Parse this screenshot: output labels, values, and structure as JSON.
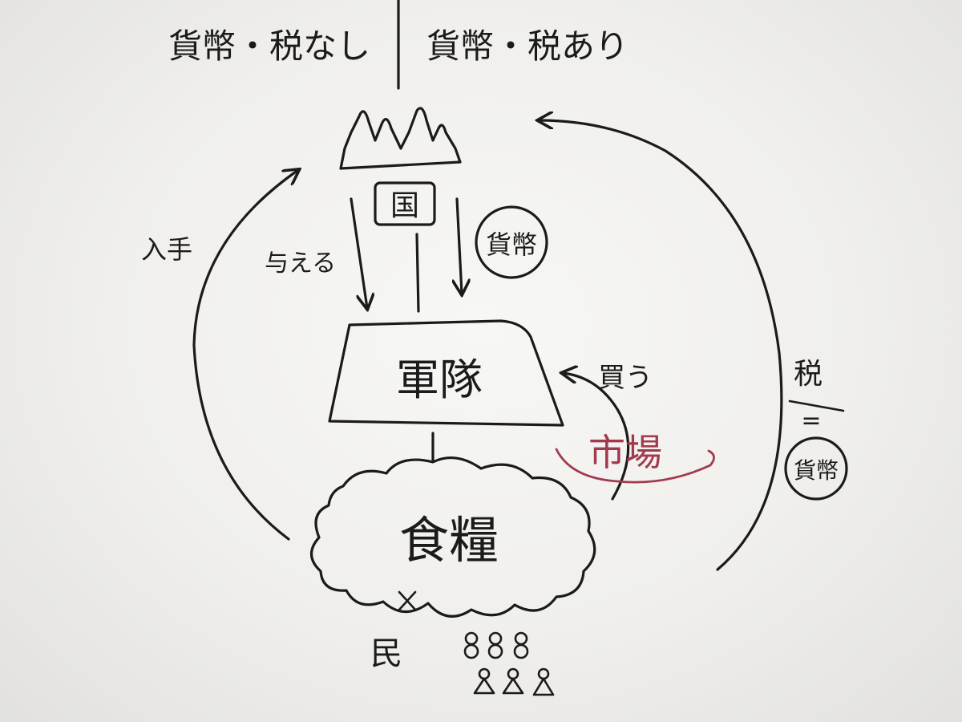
{
  "header": {
    "left": "貨幣・税なし",
    "right": "貨幣・税あり"
  },
  "nodes": {
    "country": "国",
    "army": "軍隊",
    "food": "食糧",
    "market": "市場",
    "people": "民"
  },
  "labels": {
    "give": "与える",
    "acquire": "入手",
    "currency": "貨幣",
    "buy": "買う",
    "tax": "税",
    "tax_eq": "=",
    "tax_currency": "貨幣"
  },
  "colors": {
    "ink": "#1b1b1b",
    "market_marker": "#a23a4e",
    "board": "#f4f4f2"
  }
}
